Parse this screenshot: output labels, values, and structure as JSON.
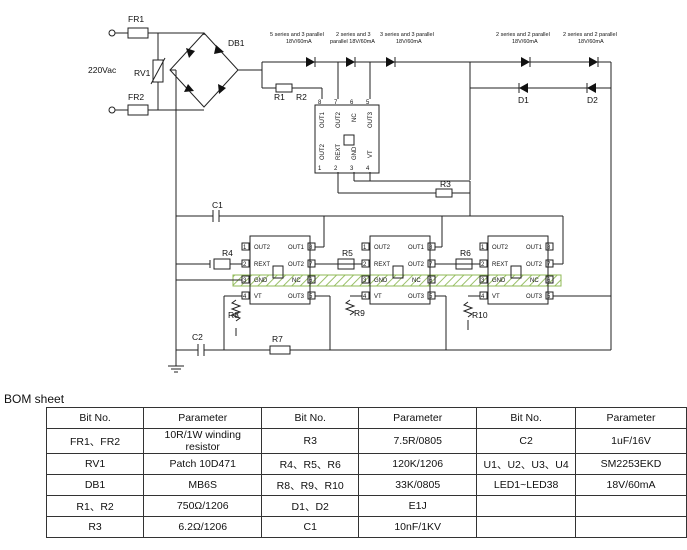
{
  "schematic": {
    "labels": {
      "fr1": "FR1",
      "fr2": "FR2",
      "rv1": "RV1",
      "db1": "DB1",
      "vac": "220Vac",
      "r1": "R1",
      "r2": "R2",
      "r3": "R3",
      "r4": "R4",
      "r5": "R5",
      "r6": "R6",
      "r7": "R7",
      "r8": "R8",
      "r9": "R9",
      "r10": "R10",
      "c1": "C1",
      "c2": "C2",
      "d1": "D1",
      "d2": "D2"
    },
    "led_groups": [
      {
        "line1": "5 series and 3 parallel",
        "line2": "18V/60mA"
      },
      {
        "line1": "2 series and 3",
        "line2": "parallel 18V/60mA"
      },
      {
        "line1": "3 series and 3 parallel",
        "line2": "18V/60mA"
      },
      {
        "line1": "2 series and 2 parallel",
        "line2": "18V/60mA"
      },
      {
        "line1": "2 series and 2 parallel",
        "line2": "18V/60mA"
      }
    ],
    "ic_top_pins": {
      "p8": "8",
      "p7": "7",
      "p6": "6",
      "p5": "5",
      "p1": "1",
      "p2": "2",
      "p3": "3",
      "p4": "4",
      "out1": "OUT1",
      "out2": "OUT2",
      "nc": "NC",
      "out3": "OUT3",
      "rext": "REXT",
      "gnd": "GND",
      "vt": "VT"
    },
    "ic_pins": {
      "p1": "1",
      "p2": "2",
      "p3": "3",
      "p4": "4",
      "p5": "5",
      "p6": "6",
      "p7": "7",
      "p8": "8",
      "out2": "OUT2",
      "rext": "REXT",
      "gnd": "GND",
      "vt": "VT",
      "out1": "OUT1",
      "out2r": "OUT2",
      "nc": "NC",
      "out3": "OUT3"
    }
  },
  "bom": {
    "title": "BOM sheet",
    "header": [
      "Bit No.",
      "Parameter",
      "Bit No.",
      "Parameter",
      "Bit No.",
      "Parameter"
    ],
    "rows": [
      [
        "FR1、FR2",
        "10R/1W winding resistor",
        "R3",
        "7.5R/0805",
        "C2",
        "1uF/16V"
      ],
      [
        "RV1",
        "Patch 10D471",
        "R4、R5、R6",
        "120K/1206",
        "U1、U2、U3、U4",
        "SM2253EKD"
      ],
      [
        "DB1",
        "MB6S",
        "R8、R9、R10",
        "33K/0805",
        "LED1~LED38",
        "18V/60mA"
      ],
      [
        "R1、R2",
        "750Ω/1206",
        "D1、D2",
        "E1J",
        "",
        ""
      ],
      [
        "R3",
        "6.2Ω/1206",
        "C1",
        "10nF/1KV",
        "",
        ""
      ]
    ]
  }
}
